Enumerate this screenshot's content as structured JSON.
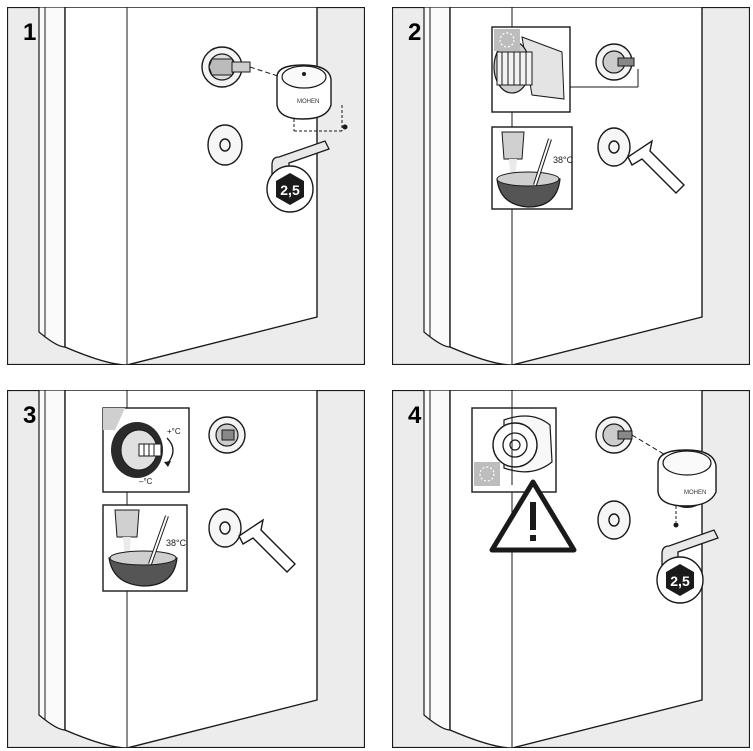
{
  "panels": [
    {
      "step": "1",
      "hex_key_size": "2,5",
      "brand": "MOHEN"
    },
    {
      "step": "2",
      "temperature": "38°C"
    },
    {
      "step": "3",
      "temperature": "38°C",
      "plus_label": "+°C",
      "minus_label": "–°C"
    },
    {
      "step": "4",
      "hex_key_size": "2,5",
      "brand": "MOHEN",
      "warning_icon": "warning-triangle-icon"
    }
  ],
  "colors": {
    "panel_bg": "#ececec",
    "line": "#1a1a1a",
    "water": "#b9b9b9",
    "bowl": "#555555"
  }
}
